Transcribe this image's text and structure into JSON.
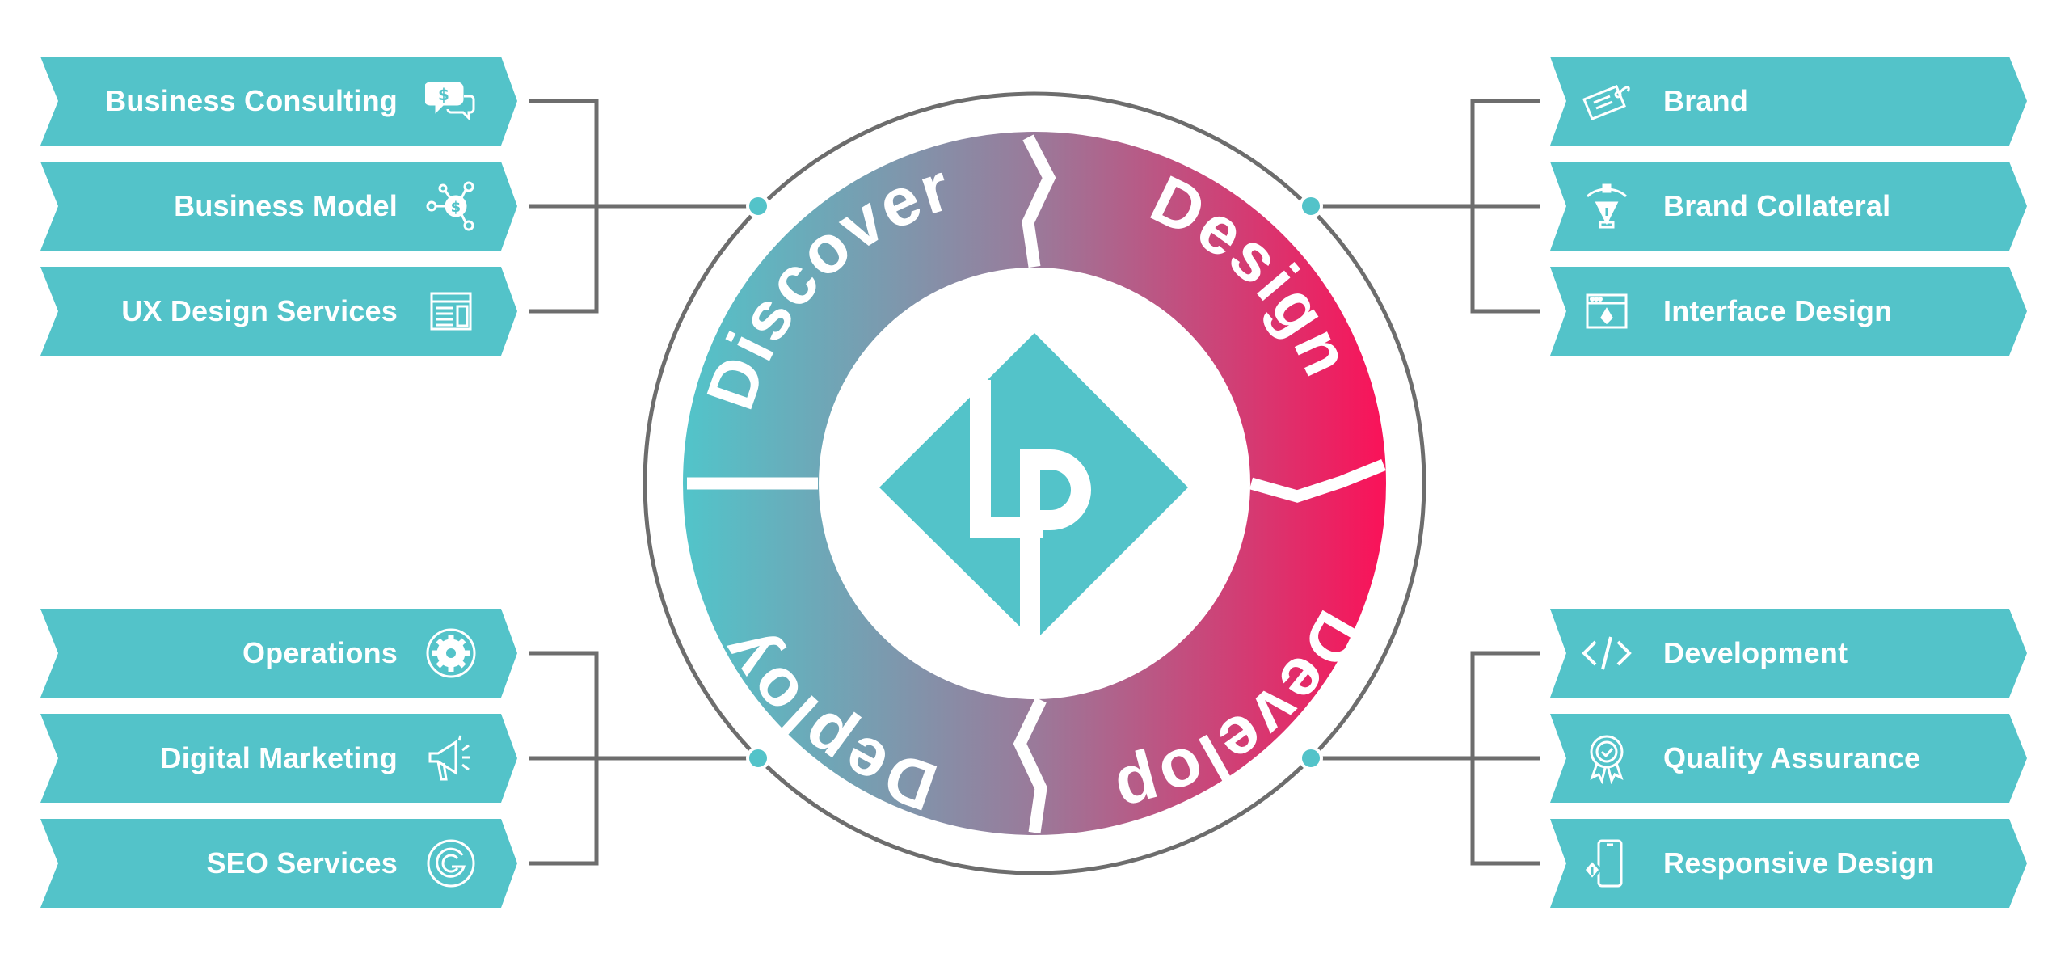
{
  "colors": {
    "teal": "#53c3c9",
    "pink": "#f8145a",
    "mauve": "#9a7a9a",
    "connector": "#6d6d6d",
    "background": "#ffffff"
  },
  "center_logo": {
    "text": "LP"
  },
  "phases": [
    {
      "label": "Discover"
    },
    {
      "label": "Design"
    },
    {
      "label": "Develop"
    },
    {
      "label": "Deploy"
    }
  ],
  "groups": {
    "discover": [
      {
        "label": "Business Consulting",
        "icon": "money-chat-icon"
      },
      {
        "label": "Business Model",
        "icon": "dollar-network-icon"
      },
      {
        "label": "UX Design Services",
        "icon": "layout-wireframe-icon"
      }
    ],
    "design": [
      {
        "label": "Brand",
        "icon": "price-tag-icon"
      },
      {
        "label": "Brand Collateral",
        "icon": "pen-tool-icon"
      },
      {
        "label": "Interface Design",
        "icon": "browser-window-icon"
      }
    ],
    "deploy": [
      {
        "label": "Operations",
        "icon": "gear-icon"
      },
      {
        "label": "Digital Marketing",
        "icon": "megaphone-icon"
      },
      {
        "label": "SEO Services",
        "icon": "google-icon"
      }
    ],
    "develop": [
      {
        "label": "Development",
        "icon": "code-icon"
      },
      {
        "label": "Quality Assurance",
        "icon": "award-badge-icon"
      },
      {
        "label": "Responsive Design",
        "icon": "mobile-phone-icon"
      }
    ]
  }
}
